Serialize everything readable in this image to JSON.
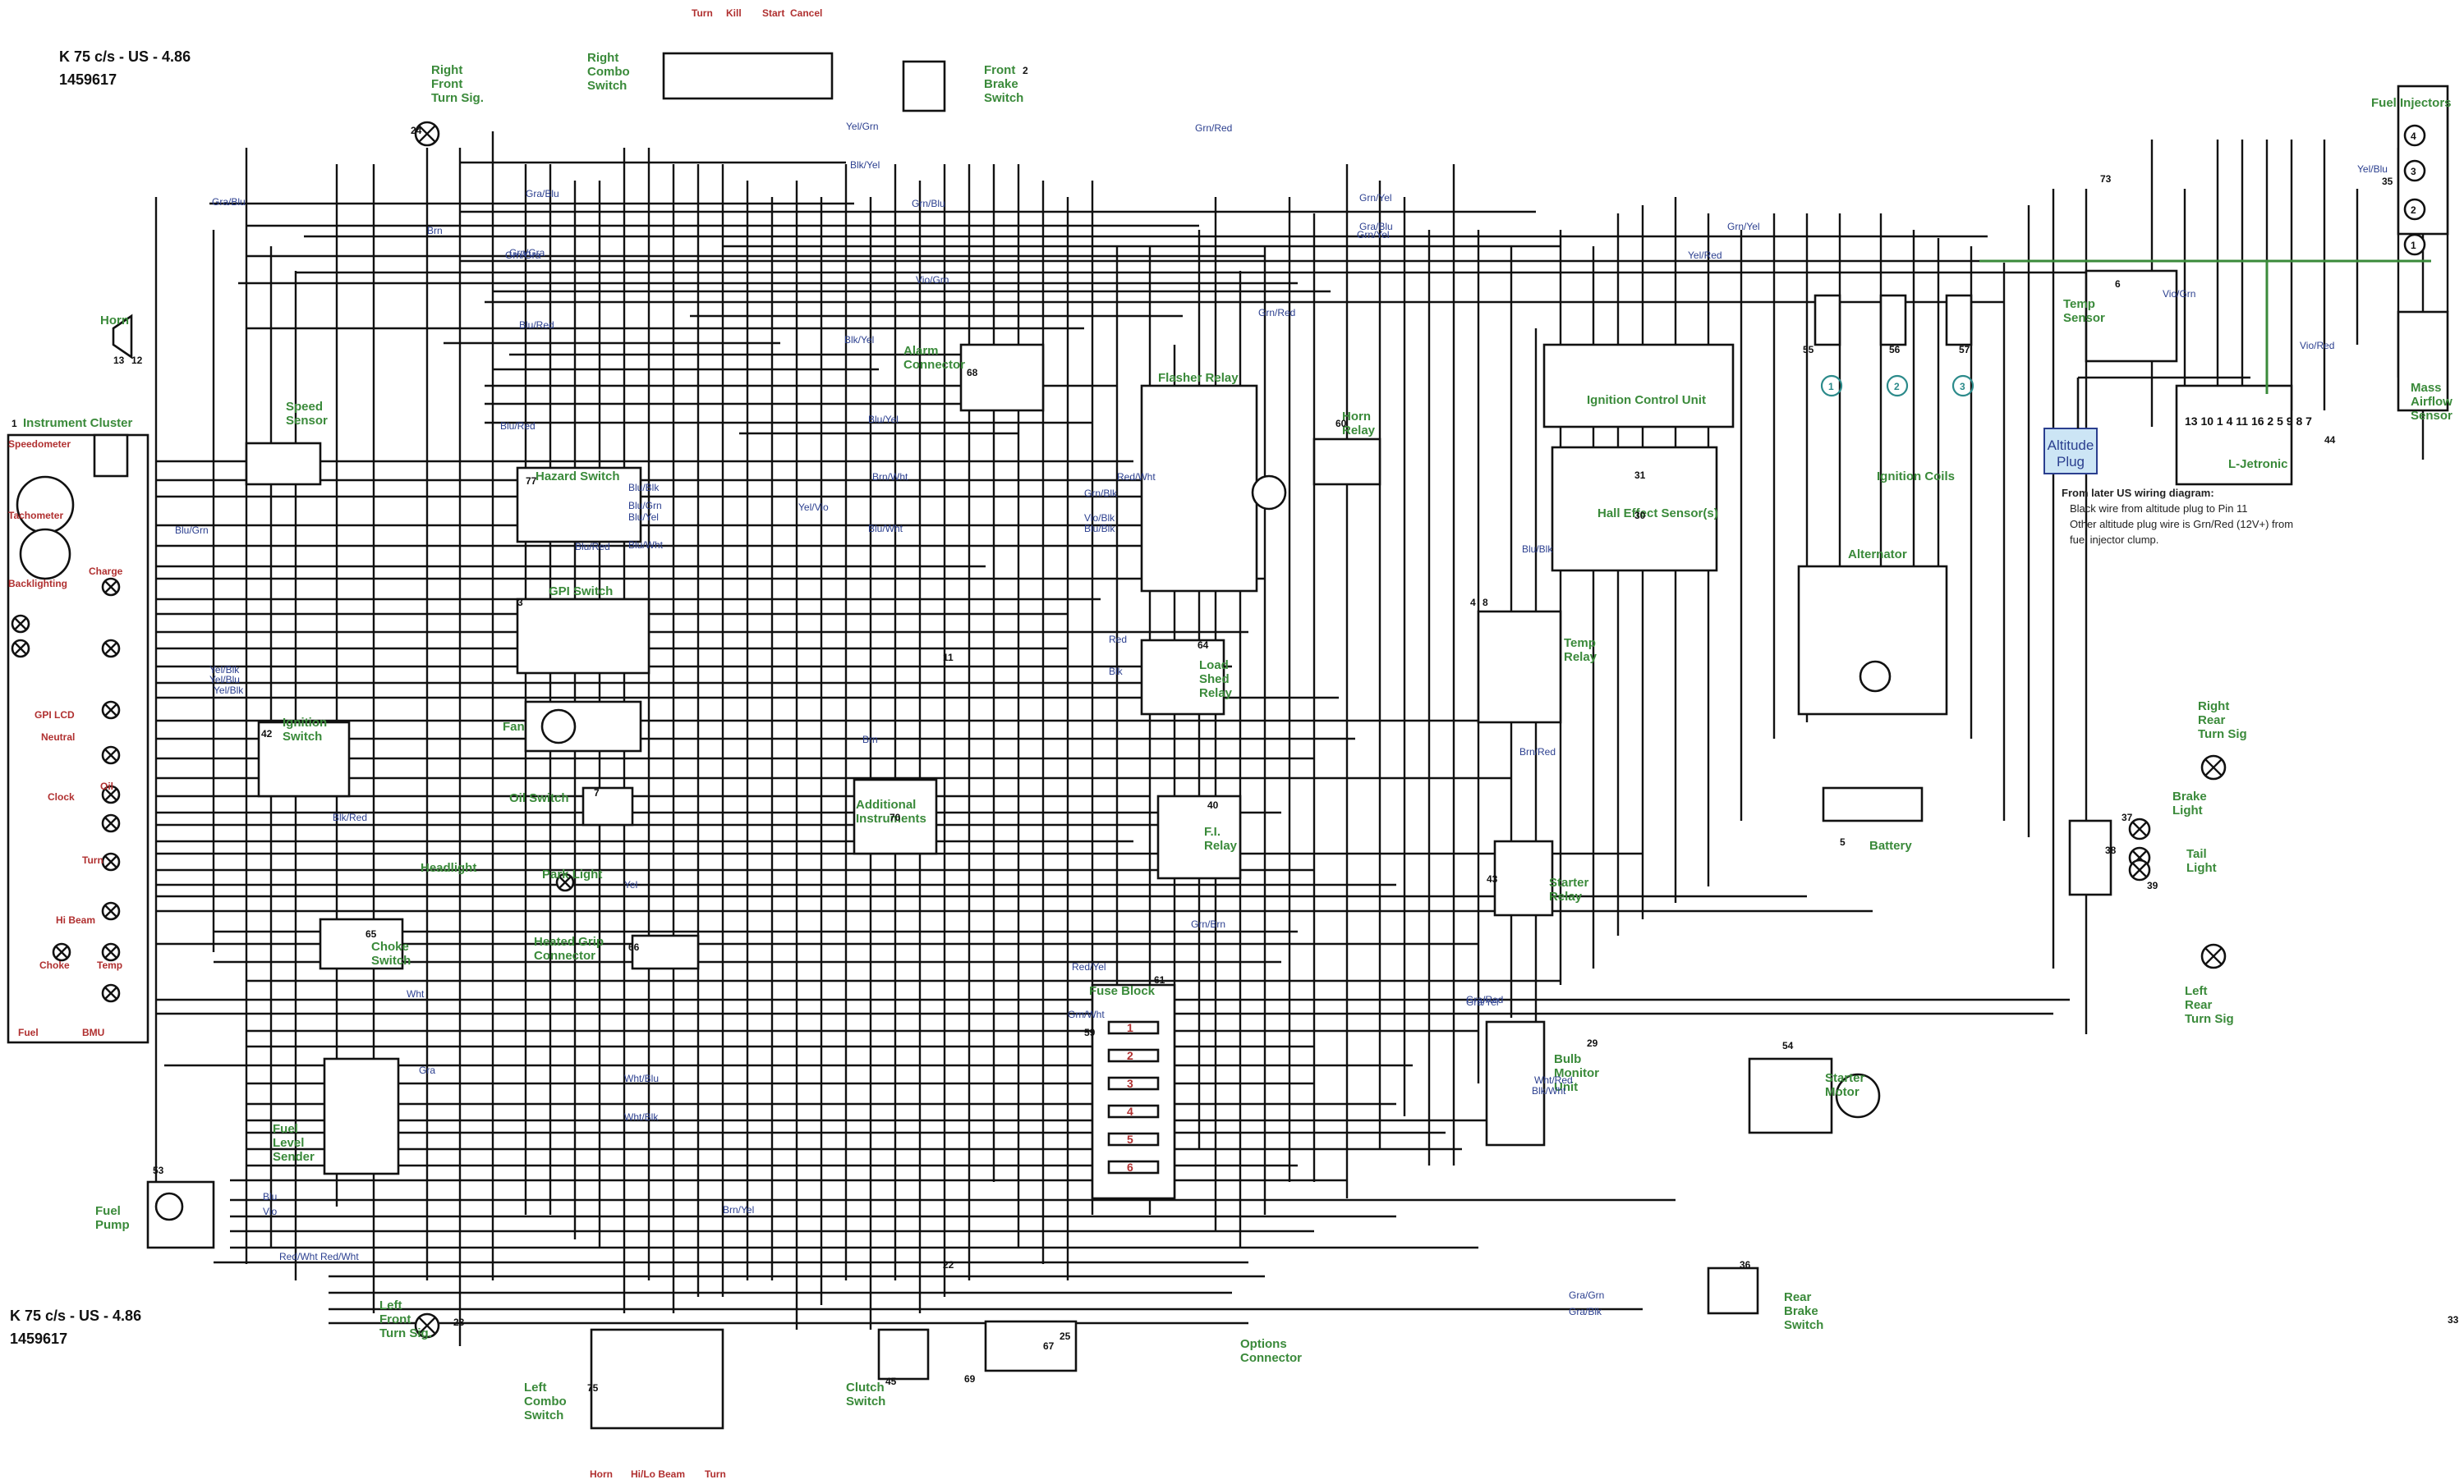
{
  "header_top": {
    "line1": "K 75 c/s - US - 4.86",
    "line2": "1459617"
  },
  "header_bottom": {
    "line1": "K 75 c/s - US - 4.86",
    "line2": "1459617"
  },
  "labels_green": [
    {
      "id": "instrument-cluster",
      "text": "Instrument Cluster"
    },
    {
      "id": "right-front-turn",
      "text": "Right|Front|Turn Sig."
    },
    {
      "id": "right-combo",
      "text": "Right|Combo|Switch"
    },
    {
      "id": "front-brake",
      "text": "Front|Brake|Switch"
    },
    {
      "id": "horn",
      "text": "Horn"
    },
    {
      "id": "speed-sensor",
      "text": "Speed|Sensor"
    },
    {
      "id": "hazard-switch",
      "text": "Hazard Switch"
    },
    {
      "id": "gpi-switch",
      "text": "GPI Switch"
    },
    {
      "id": "fan",
      "text": "Fan"
    },
    {
      "id": "ignition-switch",
      "text": "Ignition|Switch"
    },
    {
      "id": "oil-switch",
      "text": "Oil Switch"
    },
    {
      "id": "park-light",
      "text": "Park Light"
    },
    {
      "id": "headlight",
      "text": "Headlight"
    },
    {
      "id": "choke-switch",
      "text": "Choke|Switch"
    },
    {
      "id": "heated-grip",
      "text": "Heated Grip|Connector"
    },
    {
      "id": "fuel-level",
      "text": "Fuel|Level|Sender"
    },
    {
      "id": "fuel-pump",
      "text": "Fuel|Pump"
    },
    {
      "id": "left-front-turn",
      "text": "Left|Front|Turn Sig."
    },
    {
      "id": "left-combo",
      "text": "Left|Combo|Switch"
    },
    {
      "id": "clutch-switch",
      "text": "Clutch|Switch"
    },
    {
      "id": "options-connector",
      "text": "Options|Connector"
    },
    {
      "id": "alarm-connector",
      "text": "Alarm|Connector"
    },
    {
      "id": "flasher-relay",
      "text": "Flasher Relay"
    },
    {
      "id": "horn-relay",
      "text": "Horn|Relay"
    },
    {
      "id": "load-shed",
      "text": "Load|Shed|Relay"
    },
    {
      "id": "fi-relay",
      "text": "F.I.|Relay"
    },
    {
      "id": "fuse-block",
      "text": "Fuse Block"
    },
    {
      "id": "additional-instr",
      "text": "Additional|Instruments"
    },
    {
      "id": "ignition-cu",
      "text": "Ignition Control Unit"
    },
    {
      "id": "hall-effect",
      "text": "Hall Effect Sensor(s)"
    },
    {
      "id": "ignition-coils",
      "text": "Ignition Coils"
    },
    {
      "id": "alternator",
      "text": "Alternator"
    },
    {
      "id": "temp-relay",
      "text": "Temp|Relay"
    },
    {
      "id": "battery",
      "text": "Battery"
    },
    {
      "id": "starter-relay",
      "text": "Starter|Relay"
    },
    {
      "id": "bulb-monitor",
      "text": "Bulb|Monitor|Unit"
    },
    {
      "id": "starter-motor",
      "text": "Starter|Motor"
    },
    {
      "id": "rear-brake",
      "text": "Rear|Brake|Switch"
    },
    {
      "id": "fuel-injectors",
      "text": "Fuel Injectors"
    },
    {
      "id": "temp-sensor",
      "text": "Temp|Sensor"
    },
    {
      "id": "mass-airflow",
      "text": "Mass|Airflow|Sensor"
    },
    {
      "id": "l-jetronic",
      "text": "L-Jetronic"
    },
    {
      "id": "right-rear-turn",
      "text": "Right|Rear|Turn Sig"
    },
    {
      "id": "brake-light",
      "text": "Brake|Light"
    },
    {
      "id": "tail-light",
      "text": "Tail|Light"
    },
    {
      "id": "left-rear-turn",
      "text": "Left|Rear|Turn Sig"
    }
  ],
  "labels_red": [
    {
      "id": "speedometer",
      "text": "Speedometer"
    },
    {
      "id": "tachometer",
      "text": "Tachometer"
    },
    {
      "id": "charge",
      "text": "Charge"
    },
    {
      "id": "backlighting",
      "text": "Backlighting"
    },
    {
      "id": "gpi-lcd",
      "text": "GPI LCD"
    },
    {
      "id": "neutral",
      "text": "Neutral"
    },
    {
      "id": "oil",
      "text": "Oil"
    },
    {
      "id": "clock",
      "text": "Clock"
    },
    {
      "id": "turn-ind",
      "text": "Turn"
    },
    {
      "id": "hi-beam",
      "text": "Hi Beam"
    },
    {
      "id": "choke",
      "text": "Choke"
    },
    {
      "id": "temp",
      "text": "Temp"
    },
    {
      "id": "fuel",
      "text": "Fuel"
    },
    {
      "id": "bmu",
      "text": "BMU"
    },
    {
      "id": "turn-top",
      "text": "Turn"
    },
    {
      "id": "kill-top",
      "text": "Kill"
    },
    {
      "id": "start-top",
      "text": "Start"
    },
    {
      "id": "cancel-top",
      "text": "Cancel"
    },
    {
      "id": "horn-bottom",
      "text": "Horn"
    },
    {
      "id": "hilo-bottom",
      "text": "Hi/Lo Beam"
    },
    {
      "id": "turn-bottom",
      "text": "Turn"
    }
  ],
  "wire_labels": [
    "Gra/Blu",
    "Gra/Blu",
    "Grn/Gra",
    "Brn",
    "Blu/Red",
    "Grn/Red",
    "Grn/Yel",
    "Blk/Yel",
    "Gra/Blu",
    "Grn/Red",
    "Grn/Yel",
    "Blk/Yel",
    "Vio/Grn",
    "Yel/Red",
    "Grn/Yel",
    "Blu/Yel",
    "Blu/Red",
    "Brn/Wht",
    "Blu/Wht",
    "Yel/Vio",
    "Blu/Blk",
    "Blu/Grn",
    "Blu/Yel",
    "Blu/Red",
    "Yel/Blk",
    "Yel/Blu",
    "Yel/Blk",
    "Blu/Blk",
    "Vio/Blk",
    "Blu/Grn",
    "Blu/Wht",
    "Grn/Blk",
    "Red",
    "Blk",
    "Brn",
    "Yel",
    "Wht",
    "Gra",
    "Blu",
    "Vio",
    "Red/Wht",
    "Grn/Wht",
    "Wht/Blu",
    "Wht/Blk",
    "Brn/Yel",
    "Red/Wht",
    "Gra/Grn",
    "Gra/Blk",
    "Gra/Red",
    "Gra/Yel",
    "Red/Yel",
    "Grn/Brn",
    "Brn/Red",
    "Wht/Red",
    "Blk/Wht",
    "Blu/Blk",
    "Grn/Gra",
    "Blk/Red",
    "Grn/Blu",
    "Yel/Grn",
    "Yel/Blu",
    "Red/Wht",
    "Vio/Grn",
    "Vio/Red"
  ],
  "altitude_plug": {
    "line1": "Altitude",
    "line2": "Plug"
  },
  "note": {
    "title": "From later US wiring diagram:",
    "line1": "Black wire from altitude plug to Pin 11",
    "line2": "Other altitude plug wire is Grn/Red (12V+) from",
    "line3": "fuel injector clump."
  },
  "l_jetronic_pins": "13 10 1 4 11 16 2 5 9 8 7",
  "component_numbers": [
    "1",
    "2",
    "3",
    "4",
    "5",
    "6",
    "7",
    "8",
    "11",
    "12",
    "13",
    "22",
    "23",
    "24",
    "25",
    "29",
    "30",
    "31",
    "33",
    "35",
    "36",
    "37",
    "38",
    "39",
    "40",
    "42",
    "43",
    "44",
    "45",
    "53",
    "54",
    "55",
    "56",
    "57",
    "59",
    "60",
    "61",
    "64",
    "65",
    "66",
    "67",
    "68",
    "69",
    "70",
    "73",
    "75",
    "77"
  ],
  "coil_numbers": [
    "1",
    "2",
    "3"
  ],
  "injector_numbers": [
    "4",
    "3",
    "2",
    "1"
  ],
  "fuse_numbers": [
    "1",
    "2",
    "3",
    "4",
    "5",
    "6"
  ]
}
